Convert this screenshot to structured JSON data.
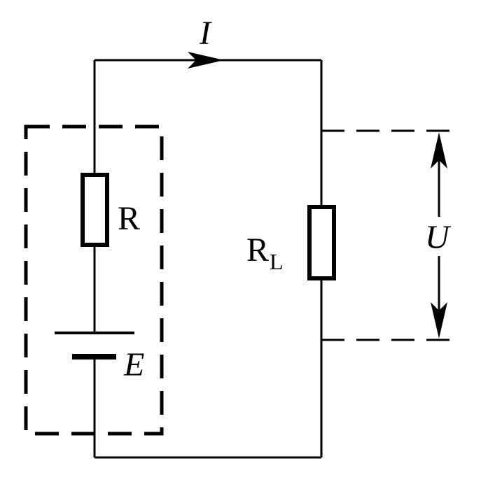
{
  "labels": {
    "current": "I",
    "internal_resistor": "R",
    "load_resistor_main": "R",
    "load_resistor_sub": "L",
    "emf": "E",
    "voltage": "U"
  },
  "colors": {
    "line": "#000000",
    "background": "#ffffff"
  }
}
